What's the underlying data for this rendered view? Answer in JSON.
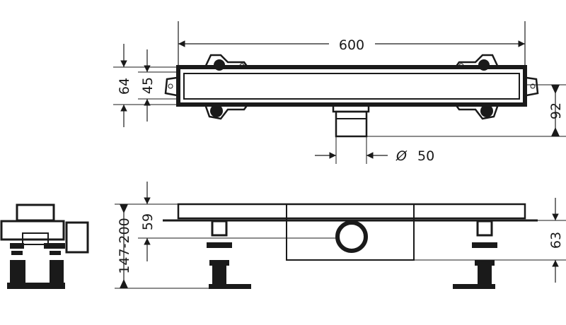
{
  "drawing": {
    "title": "Shower drain channel technical drawing",
    "colors": {
      "line": "#1a1a1a",
      "background": "#ffffff"
    },
    "top_view": {
      "length": "600",
      "height_outer": "64",
      "height_inner": "45",
      "outlet_depth": "92",
      "outlet_diameter_symbol": "Ø",
      "outlet_diameter": "50"
    },
    "side_view": {
      "height_range": "147-200",
      "outlet_center_height": "59",
      "body_depth": "63"
    }
  }
}
